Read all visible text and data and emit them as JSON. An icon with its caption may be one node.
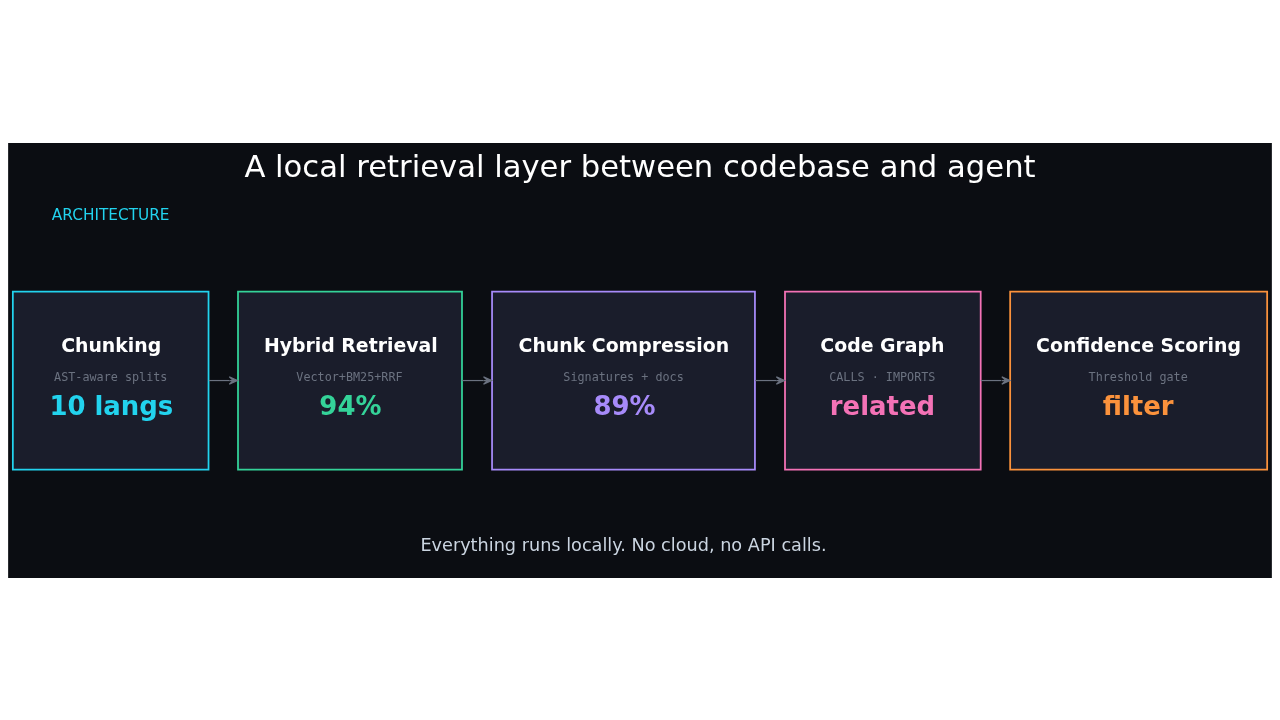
{
  "diagram": {
    "title": "A local retrieval layer between codebase and agent",
    "nodes": [
      {
        "text": [
          "Chunking",
          "AST-aware splits",
          "10 langs"
        ]
      },
      {
        "text": [
          "Hybrid Retrieval",
          "Vector+BM25+RRF",
          "94%"
        ]
      },
      {
        "text": [
          "Chunk Compression",
          "Signatures + docs",
          "89%"
        ]
      },
      {
        "text": [
          "Code Graph",
          "CALLS · IMPORTS",
          "related"
        ]
      },
      {
        "text": [
          "Confidence Scoring",
          "Threshold gate",
          "filter"
        ]
      }
    ],
    "edges": [
      {
        "from": 0,
        "to": 1,
        "arrow": "to"
      },
      {
        "from": 1,
        "to": 2,
        "arrow": "to"
      },
      {
        "from": 2,
        "to": 3,
        "arrow": "to"
      },
      {
        "from": 3,
        "to": 4,
        "arrow": "to"
      }
    ],
    "labels": [
      "ARCHITECTURE",
      "Everything runs locally. No cloud, no API calls."
    ]
  }
}
